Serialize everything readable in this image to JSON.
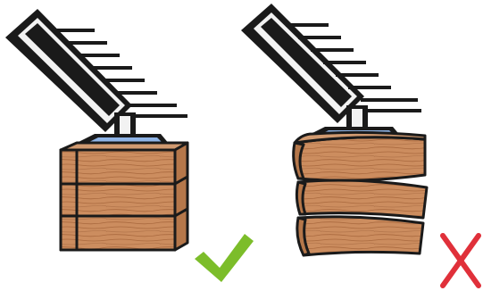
{
  "diagram": {
    "panels": [
      {
        "id": "correct",
        "verdict": "correct",
        "mark_icon": "check-mark-icon",
        "mark_color": "#7cbd2a",
        "timber_layers": 3,
        "timber_condition": "straight"
      },
      {
        "id": "incorrect",
        "verdict": "incorrect",
        "mark_icon": "cross-mark-icon",
        "mark_color": "#e0303a",
        "timber_layers": 3,
        "timber_condition": "warped"
      }
    ],
    "colors": {
      "outline": "#1a1a1a",
      "timber": "#c98a5c",
      "timber_grain": "#9a5e35",
      "base_plate": "#8fb4e6",
      "beam_highlight": "#f2f2f2"
    }
  }
}
